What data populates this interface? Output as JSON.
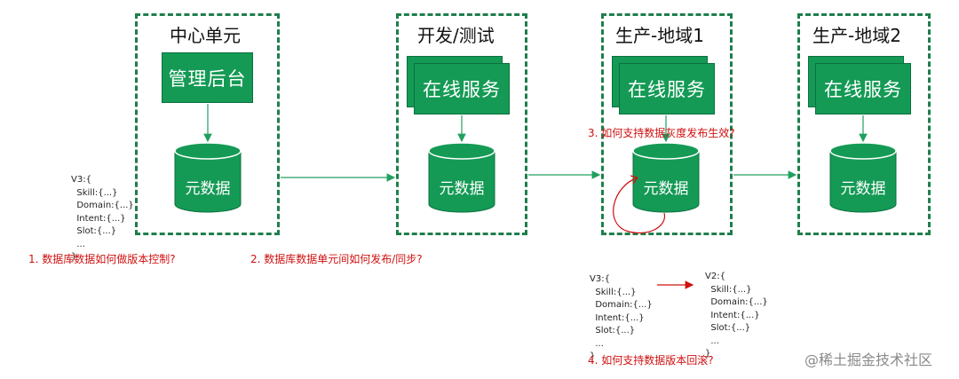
{
  "regions": {
    "center": {
      "title": "中心单元",
      "box": "管理后台",
      "db": "元数据"
    },
    "dev": {
      "title": "开发/测试",
      "box": "在线服务",
      "db": "元数据"
    },
    "prod1": {
      "title": "生产-地域1",
      "box": "在线服务",
      "db": "元数据"
    },
    "prod2": {
      "title": "生产-地域2",
      "box": "在线服务",
      "db": "元数据"
    }
  },
  "code_left": [
    "V3:{",
    "  Skill:{...}",
    "  Domain:{...}",
    "  Intent:{...}",
    "  Slot:{...}",
    "  ...",
    "}"
  ],
  "code_v3": [
    "V3:{",
    "  Skill:{...}",
    "  Domain:{...}",
    "  Intent:{...}",
    "  Slot:{...}",
    "  ...",
    "}"
  ],
  "code_v2": [
    "V2:{",
    "  Skill:{...}",
    "  Domain:{...}",
    "  Intent:{...}",
    "  Slot:{...}",
    "  ...",
    "}"
  ],
  "questions": {
    "q1": "1. 数据库数据如何做版本控制?",
    "q2": "2. 数据库数据单元间如何发布/同步?",
    "q3": "3. 如何支持数据灰度发布生效?",
    "q4": "4. 如何支持数据版本回滚?"
  },
  "watermark": "@稀土掘金技术社区",
  "colors": {
    "region_border": "#1e7f4a",
    "box_fill": "#149a55",
    "arrow": "#20a060",
    "question": "#d01010"
  }
}
